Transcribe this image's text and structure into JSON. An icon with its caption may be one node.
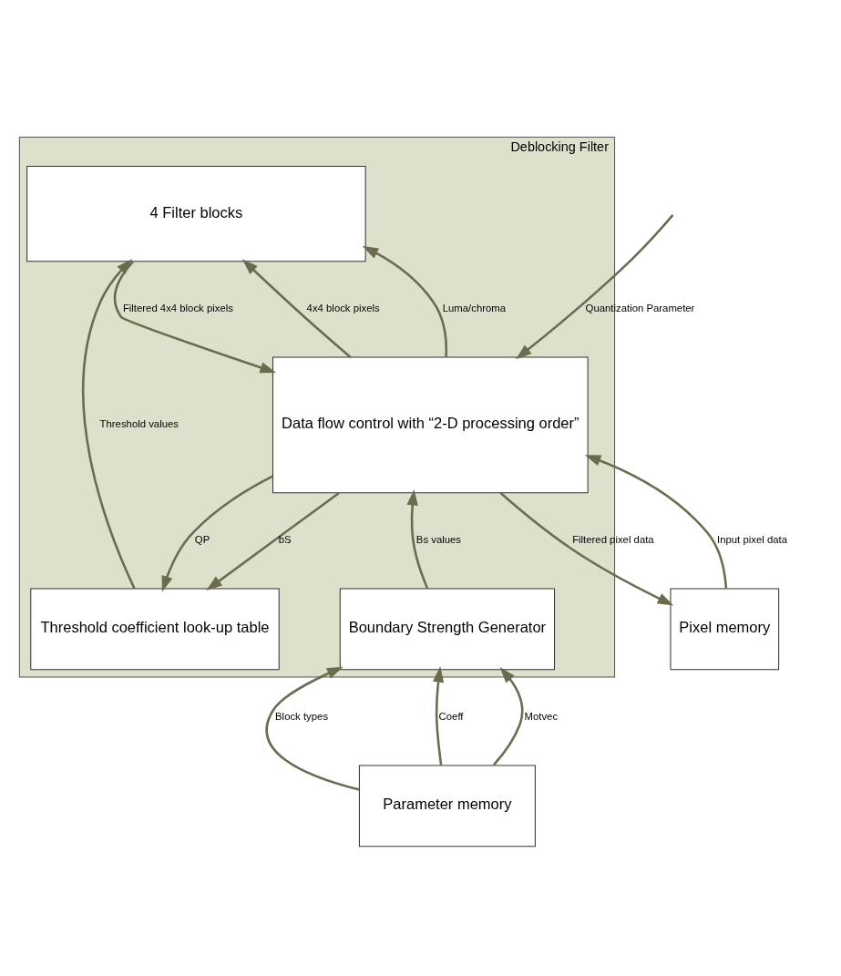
{
  "diagram": {
    "nodes": [
      {
        "text": [
          "Deblocking Filter"
        ]
      },
      {
        "text": [
          "4 Filter blocks"
        ],
        "in": 0
      },
      {
        "text": [
          "Data flow control with “2-D processing order”"
        ],
        "in": 0
      },
      {
        "text": [
          "Threshold coefficient look-up table"
        ],
        "in": 0
      },
      {
        "text": [
          "Boundary Strength Generator"
        ],
        "in": 0
      },
      {
        "text": [
          "Pixel memory"
        ]
      },
      {
        "text": [
          "Parameter memory"
        ]
      }
    ],
    "edges": [
      {
        "from": 2,
        "to": 1,
        "arrow": "to",
        "label": "4x4 block pixels"
      },
      {
        "from": 2,
        "to": 1,
        "arrow": "to",
        "label": "Luma/chroma"
      },
      {
        "from": 1,
        "to": 2,
        "arrow": "to",
        "label": "Filtered 4x4 block pixels"
      },
      {
        "from": 3,
        "to": 1,
        "arrow": "to",
        "label": "Threshold values"
      },
      {
        "from": null,
        "to": 2,
        "arrow": "to",
        "label": "Quantization Parameter"
      },
      {
        "from": 2,
        "to": 3,
        "arrow": "to",
        "label": "bS"
      },
      {
        "from": 2,
        "to": 3,
        "arrow": "to",
        "label": "QP"
      },
      {
        "from": 4,
        "to": 2,
        "arrow": "to",
        "label": "Bs values"
      },
      {
        "from": 2,
        "to": 5,
        "arrow": "to",
        "label": "Filtered pixel data"
      },
      {
        "from": 5,
        "to": 2,
        "arrow": "to",
        "label": "Input pixel data"
      },
      {
        "from": 6,
        "to": 4,
        "arrow": "to",
        "label": "Block types"
      },
      {
        "from": 6,
        "to": 4,
        "arrow": "to",
        "label": "Coeff"
      },
      {
        "from": 6,
        "to": 4,
        "arrow": "to",
        "label": "Motvec"
      }
    ]
  }
}
